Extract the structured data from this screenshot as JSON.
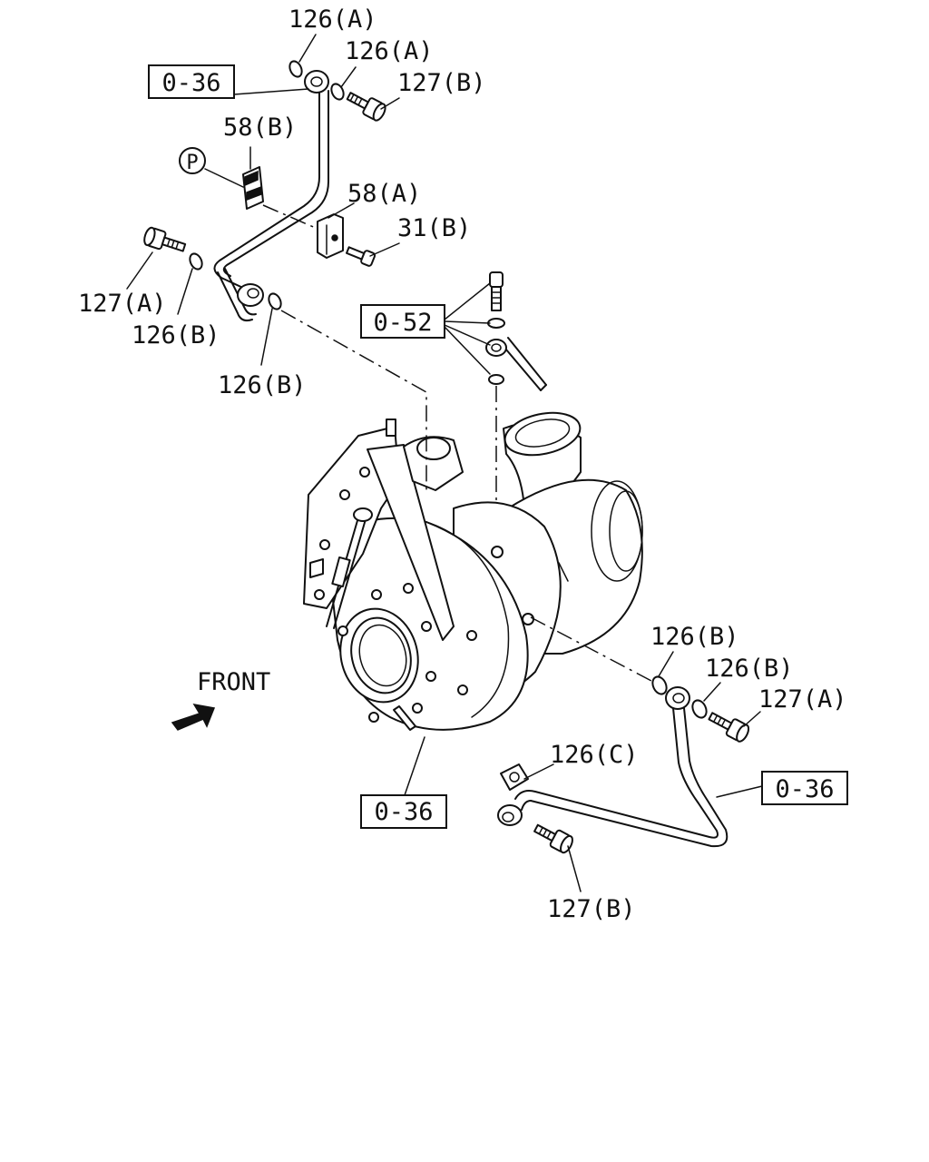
{
  "labels": {
    "p126a_top": "126(A)",
    "p126a_mid": "126(A)",
    "p127b_top": "127(B)",
    "p58b": "58(B)",
    "p_circle": "P",
    "p58a": "58(A)",
    "p31b": "31(B)",
    "p127a_left": "127(A)",
    "p126b_left": "126(B)",
    "p126b_left2": "126(B)",
    "p126b_right1": "126(B)",
    "p126b_right2": "126(B)",
    "p127a_right": "127(A)",
    "p126c": "126(C)",
    "p127b_bottom": "127(B)",
    "front": "FRONT"
  },
  "refs": {
    "ref_top_left": "0-36",
    "ref_oil_feed": "0-52",
    "ref_turbo": "0-36",
    "ref_bottom_right": "0-36"
  }
}
